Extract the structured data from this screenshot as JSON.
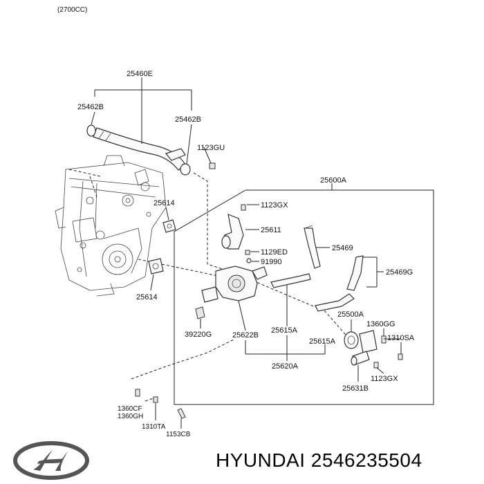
{
  "header": {
    "engine_note": "(2700CC)"
  },
  "labels": {
    "l25460E": "25460E",
    "l25462B_left": "25462B",
    "l25462B_right": "25462B",
    "l1123GU": "1123GU",
    "l25600A": "25600A",
    "l25614_top": "25614",
    "l25614_bottom": "25614",
    "l1123GX_top": "1123GX",
    "l25611": "25611",
    "l1129ED": "1129ED",
    "l91990": "91990",
    "l25469": "25469",
    "l25469G": "25469G",
    "l25500A": "25500A",
    "l1360GG": "1360GG",
    "l1310SA": "1310SA",
    "l39220G": "39220G",
    "l25622B": "25622B",
    "l25615A_a": "25615A",
    "l25615A_b": "25615A",
    "l25620A": "25620A",
    "l1123GX_bottom": "1123GX",
    "l25631B": "25631B",
    "l1360CF": "1360CF",
    "l1360GH": "1360GH",
    "l1310TA": "1310TA",
    "l1153CB": "1153CB"
  },
  "footer": {
    "brand": "HYUNDAI",
    "part_number": "2546235504"
  },
  "icons": {
    "logo": "hyundai-logo-icon"
  }
}
